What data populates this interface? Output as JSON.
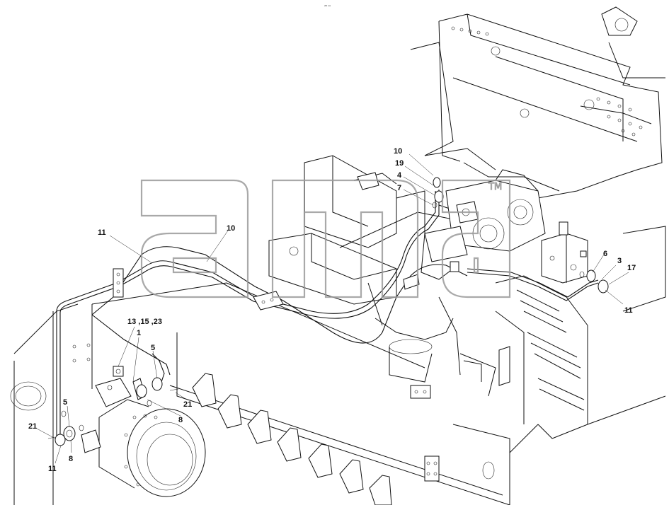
{
  "header": {
    "sheet_mark": "ᵃᵂ ˢˢˢ"
  },
  "watermark": {
    "brand": "ama",
    "trademark": "TM"
  },
  "callouts": [
    {
      "id": "c10a",
      "text": "10"
    },
    {
      "id": "c19",
      "text": "19"
    },
    {
      "id": "c4",
      "text": "4"
    },
    {
      "id": "c7",
      "text": "7"
    },
    {
      "id": "c11a",
      "text": "11"
    },
    {
      "id": "c10b",
      "text": "10"
    },
    {
      "id": "c6",
      "text": "6"
    },
    {
      "id": "c3",
      "text": "3"
    },
    {
      "id": "c17",
      "text": "17"
    },
    {
      "id": "c11b",
      "text": "11"
    },
    {
      "id": "c13",
      "text": "13 ,15 ,23"
    },
    {
      "id": "c1",
      "text": "1"
    },
    {
      "id": "c5a",
      "text": "5"
    },
    {
      "id": "c21a",
      "text": "21"
    },
    {
      "id": "c8a",
      "text": "8"
    },
    {
      "id": "c5b",
      "text": "5"
    },
    {
      "id": "c21b",
      "text": "21"
    },
    {
      "id": "c11c",
      "text": "11"
    },
    {
      "id": "c8b",
      "text": "8"
    }
  ]
}
